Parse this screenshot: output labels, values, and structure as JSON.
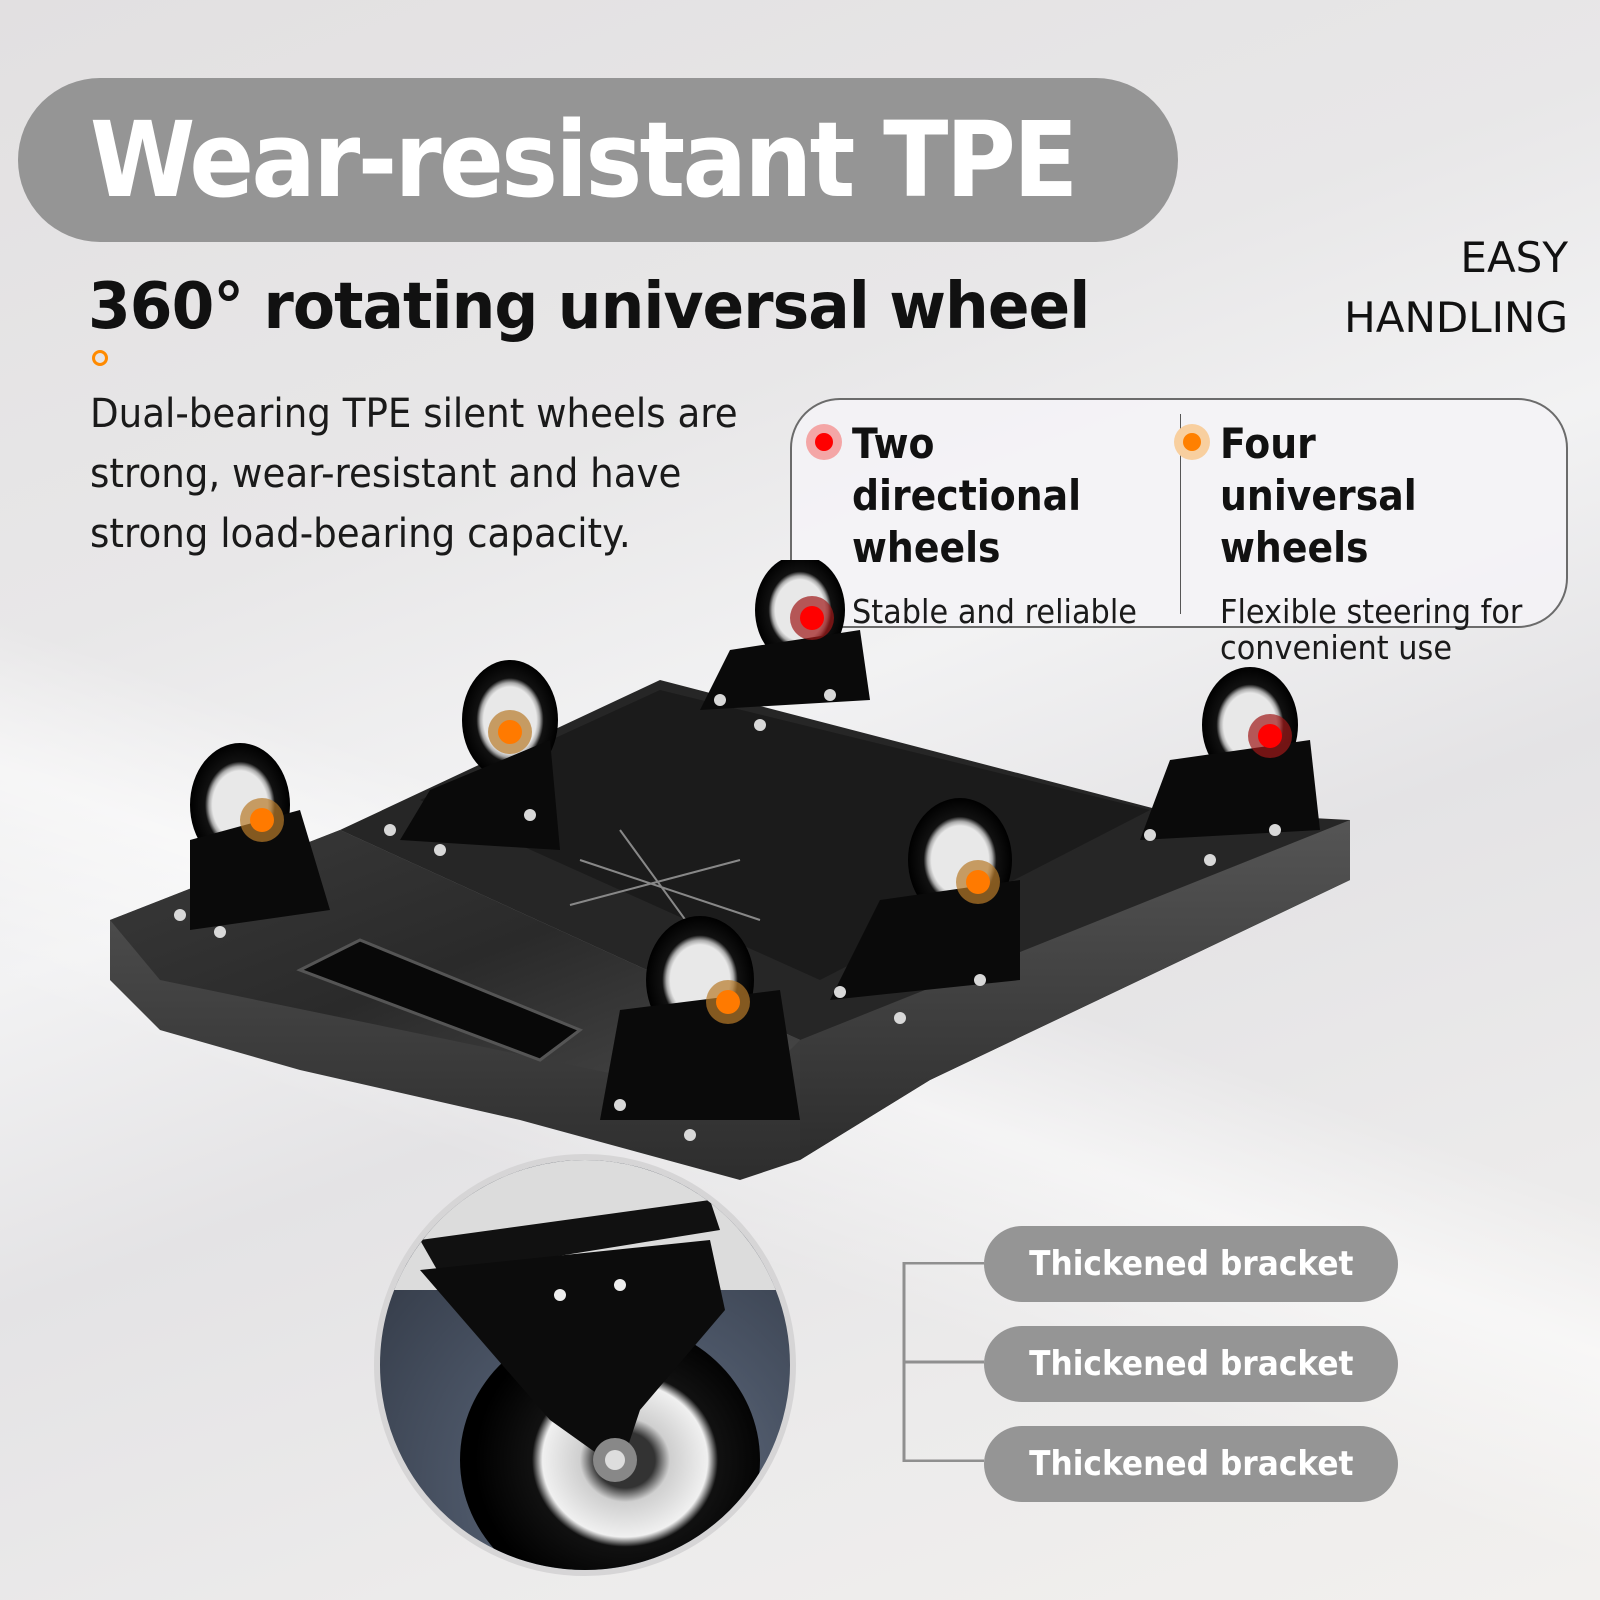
{
  "header": {
    "title": "Wear-resistant TPE",
    "subtitle": "360° rotating universal wheel",
    "accent_ring_color": "#ff8a00"
  },
  "description": {
    "lines": [
      "Dual-bearing TPE silent wheels are",
      "strong, wear-resistant and have",
      "strong load-bearing capacity."
    ]
  },
  "tagline": {
    "line1": "EASY",
    "line2": "HANDLING"
  },
  "legend": {
    "items": [
      {
        "title_line1": "Two directional",
        "title_line2": "wheels",
        "description": "Stable and reliable",
        "dot_color": "#ff0000",
        "dot_halo": "#f4a6a6"
      },
      {
        "title_line1": "Four universal",
        "title_line2": "wheels",
        "description_line1": "Flexible steering for",
        "description_line2": "convenient use",
        "dot_color": "#ff8000",
        "dot_halo": "#f8cf9f"
      }
    ]
  },
  "product": {
    "name": "Trolley base with six caster wheels",
    "directional_wheel_count": 2,
    "universal_wheel_count": 4
  },
  "features": {
    "items": [
      {
        "label": "Thickened bracket"
      },
      {
        "label": "Thickened bracket"
      },
      {
        "label": "Thickened bracket"
      }
    ],
    "pill_color": "#959595"
  }
}
